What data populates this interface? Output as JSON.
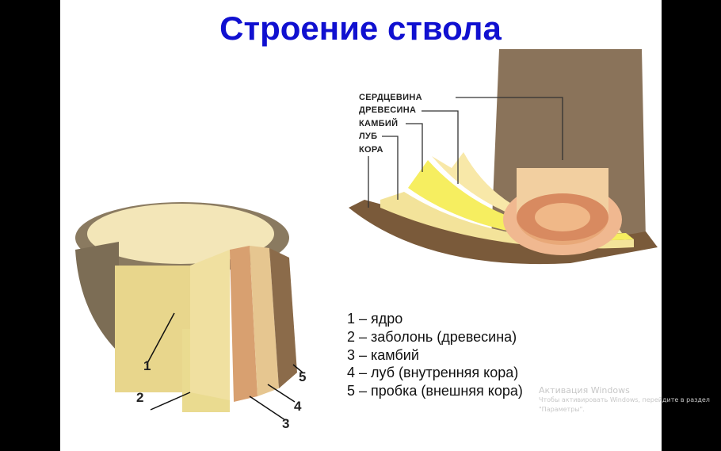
{
  "title": "Строение ствола",
  "right_diagram": {
    "labels": [
      "СЕРДЦЕВИНА",
      "ДРЕВЕСИНА",
      "КАМБИЙ",
      "ЛУБ",
      "КОРА"
    ]
  },
  "left_diagram": {
    "numbers": [
      "1",
      "2",
      "3",
      "4",
      "5"
    ]
  },
  "legend": [
    "1 – ядро",
    "2 – заболонь (древесина)",
    "3 – камбий",
    "4 – луб (внутренняя кора)",
    "5 – пробка (внешняя кора)"
  ],
  "watermark": {
    "title": "Активация Windows",
    "line1": "Чтобы активировать Windows, перейдите в раздел",
    "line2": "\"Параметры\"."
  }
}
